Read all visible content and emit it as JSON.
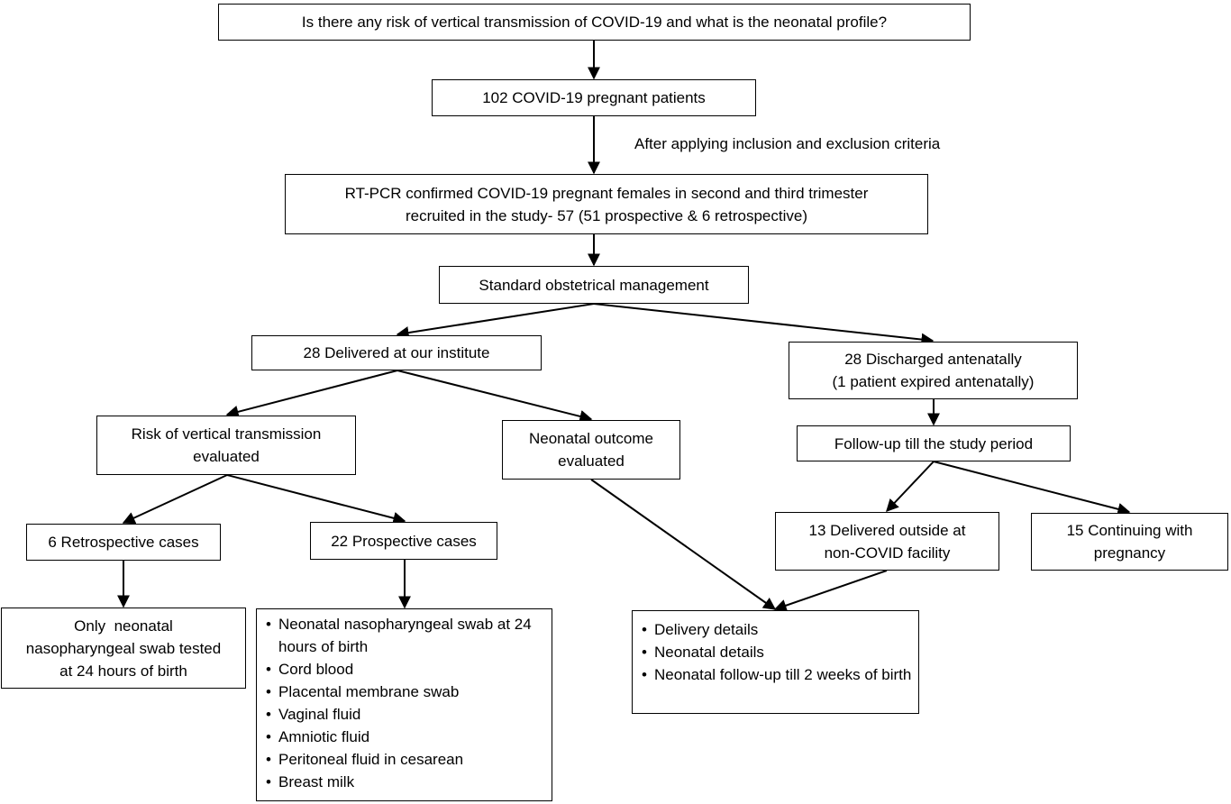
{
  "question": "Is there any risk of vertical transmission of COVID-19 and what is the neonatal profile?",
  "patients": "102 COVID-19 pregnant patients",
  "criteria_note": "After applying inclusion and exclusion criteria",
  "recruited": {
    "line1": "RT-PCR confirmed COVID-19 pregnant females in second and third trimester",
    "line2": "recruited in the study- 57 (51 prospective & 6 retrospective)"
  },
  "management": "Standard obstetrical management",
  "delivered_institute": "28 Delivered at our institute",
  "discharged": {
    "line1": "28 Discharged antenatally",
    "line2": "(1 patient expired antenatally)"
  },
  "risk_evaluated": {
    "line1": "Risk of vertical transmission",
    "line2": "evaluated"
  },
  "neonatal_outcome": {
    "line1": "Neonatal outcome",
    "line2": "evaluated"
  },
  "followup": "Follow-up till the study period",
  "retrospective": "6 Retrospective cases",
  "prospective": "22 Prospective cases",
  "delivered_outside": {
    "line1": "13 Delivered outside at",
    "line2": "non-COVID facility"
  },
  "continuing": {
    "line1": "15 Continuing with",
    "line2": "pregnancy"
  },
  "retro_test": {
    "line1": "Only  neonatal",
    "line2": "nasopharyngeal swab tested",
    "line3": "at 24 hours of birth"
  },
  "prospective_samples": [
    "Neonatal nasopharyngeal swab at 24 hours of birth",
    "Cord blood",
    "Placental membrane swab",
    "Vaginal fluid",
    "Amniotic fluid",
    "Peritoneal fluid in cesarean",
    "Breast milk"
  ],
  "outcome_details": [
    "Delivery details",
    "Neonatal details",
    "Neonatal follow-up till 2 weeks of birth"
  ]
}
